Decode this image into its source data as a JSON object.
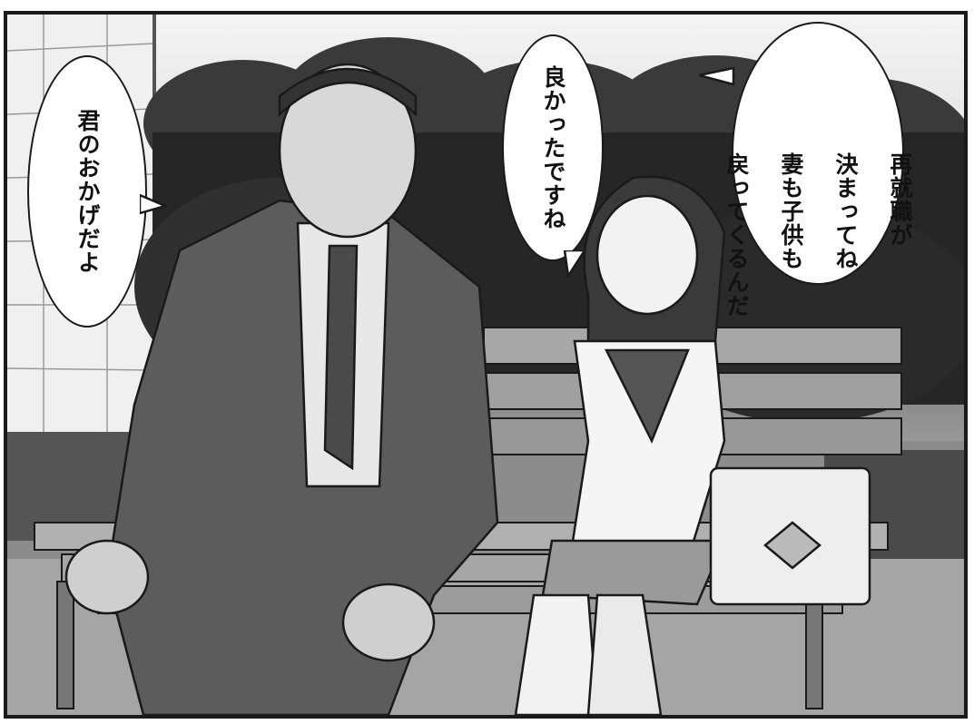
{
  "dialogue": {
    "left": "君のおかげだよ",
    "middle": "良かったですね",
    "right_lines": [
      "再就職が",
      "決まってね",
      "妻も子供も",
      "戻ってくるんだ"
    ]
  },
  "colors": {
    "ink": "#1a1a1a",
    "bubble_fill": "#ffffff",
    "foliage": "#2f2f2f",
    "bench_wood": "#9a9a9a"
  }
}
